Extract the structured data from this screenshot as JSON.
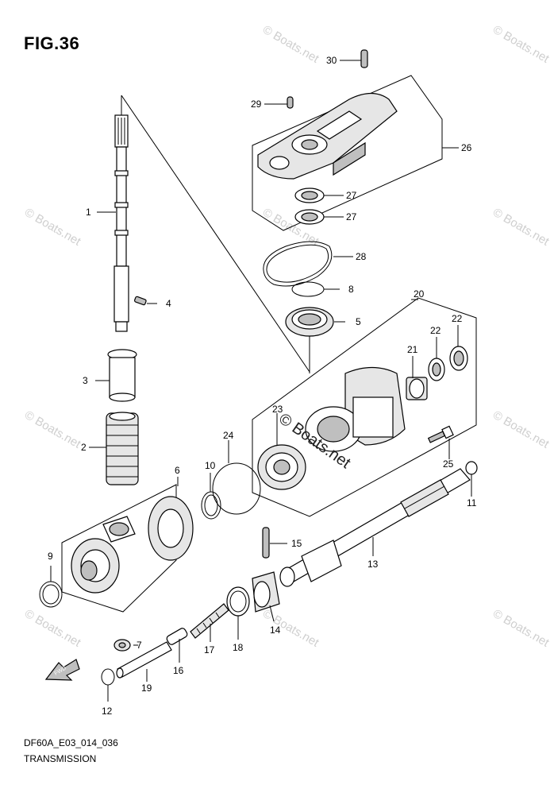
{
  "figure": {
    "title": "FIG.36",
    "code": "DF60A_E03_014_036",
    "name": "TRANSMISSION"
  },
  "watermark": {
    "text": "© Boats.net"
  },
  "fwd_label": "FWD",
  "callouts": [
    {
      "id": "c1",
      "label": "1"
    },
    {
      "id": "c2",
      "label": "2"
    },
    {
      "id": "c3",
      "label": "3"
    },
    {
      "id": "c4",
      "label": "4"
    },
    {
      "id": "c5",
      "label": "5"
    },
    {
      "id": "c6",
      "label": "6"
    },
    {
      "id": "c7",
      "label": "7"
    },
    {
      "id": "c8",
      "label": "8"
    },
    {
      "id": "c9",
      "label": "9"
    },
    {
      "id": "c10",
      "label": "10"
    },
    {
      "id": "c11",
      "label": "11"
    },
    {
      "id": "c12",
      "label": "12"
    },
    {
      "id": "c13",
      "label": "13"
    },
    {
      "id": "c14",
      "label": "14"
    },
    {
      "id": "c15",
      "label": "15"
    },
    {
      "id": "c16",
      "label": "16"
    },
    {
      "id": "c17",
      "label": "17"
    },
    {
      "id": "c18",
      "label": "18"
    },
    {
      "id": "c19",
      "label": "19"
    },
    {
      "id": "c20",
      "label": "20"
    },
    {
      "id": "c21",
      "label": "21"
    },
    {
      "id": "c22a",
      "label": "22"
    },
    {
      "id": "c22b",
      "label": "22"
    },
    {
      "id": "c23",
      "label": "23"
    },
    {
      "id": "c24",
      "label": "24"
    },
    {
      "id": "c25",
      "label": "25"
    },
    {
      "id": "c26",
      "label": "26"
    },
    {
      "id": "c27a",
      "label": "27"
    },
    {
      "id": "c27b",
      "label": "27"
    },
    {
      "id": "c28",
      "label": "28"
    },
    {
      "id": "c29",
      "label": "29"
    },
    {
      "id": "c30",
      "label": "30"
    }
  ]
}
